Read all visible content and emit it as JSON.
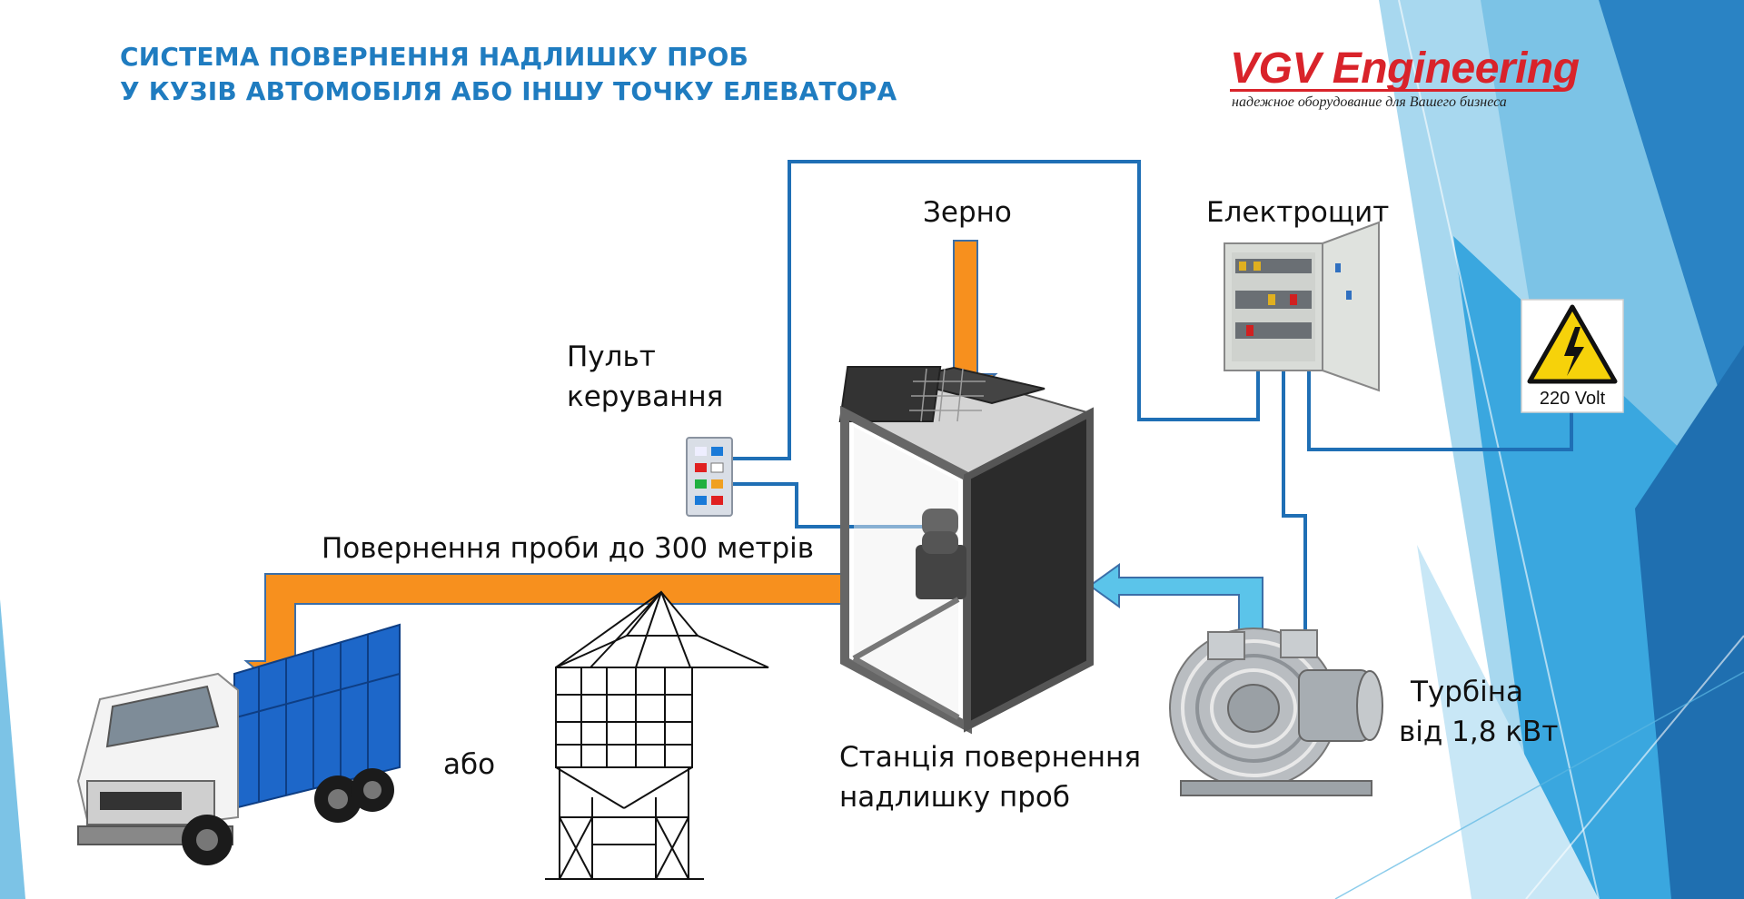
{
  "header": {
    "title_line1": "СИСТЕМА ПОВЕРНЕННЯ НАДЛИШКУ ПРОБ",
    "title_line2": "У КУЗІВ АВТОМОБІЛЯ АБО ІНШУ ТОЧКУ ЕЛЕВАТОРА"
  },
  "logo": {
    "name": "VGV Engineering",
    "tagline": "надежное оборудование для Вашего бизнеса"
  },
  "labels": {
    "grain": "Зерно",
    "panel": "Електрощит",
    "remote_line1": "Пульт",
    "remote_line2": "керування",
    "return": "Повернення проби до 300 метрів",
    "or": "або",
    "station_line1": "Станція повернення",
    "station_line2": "надлишку проб",
    "turbine_line1": "Турбіна",
    "turbine_line2": "від 1,8 кВт",
    "voltage": "220 Volt"
  },
  "colors": {
    "title": "#1f7cc0",
    "logo": "#d9232a",
    "grain_flow": "#f7901e",
    "air_flow": "#5bc4ea",
    "cable": "#1f6fb5"
  },
  "icons": [
    "warning-icon",
    "truck-icon",
    "silo-icon",
    "turbine-icon",
    "cabinet-icon",
    "remote-icon",
    "station-icon"
  ]
}
